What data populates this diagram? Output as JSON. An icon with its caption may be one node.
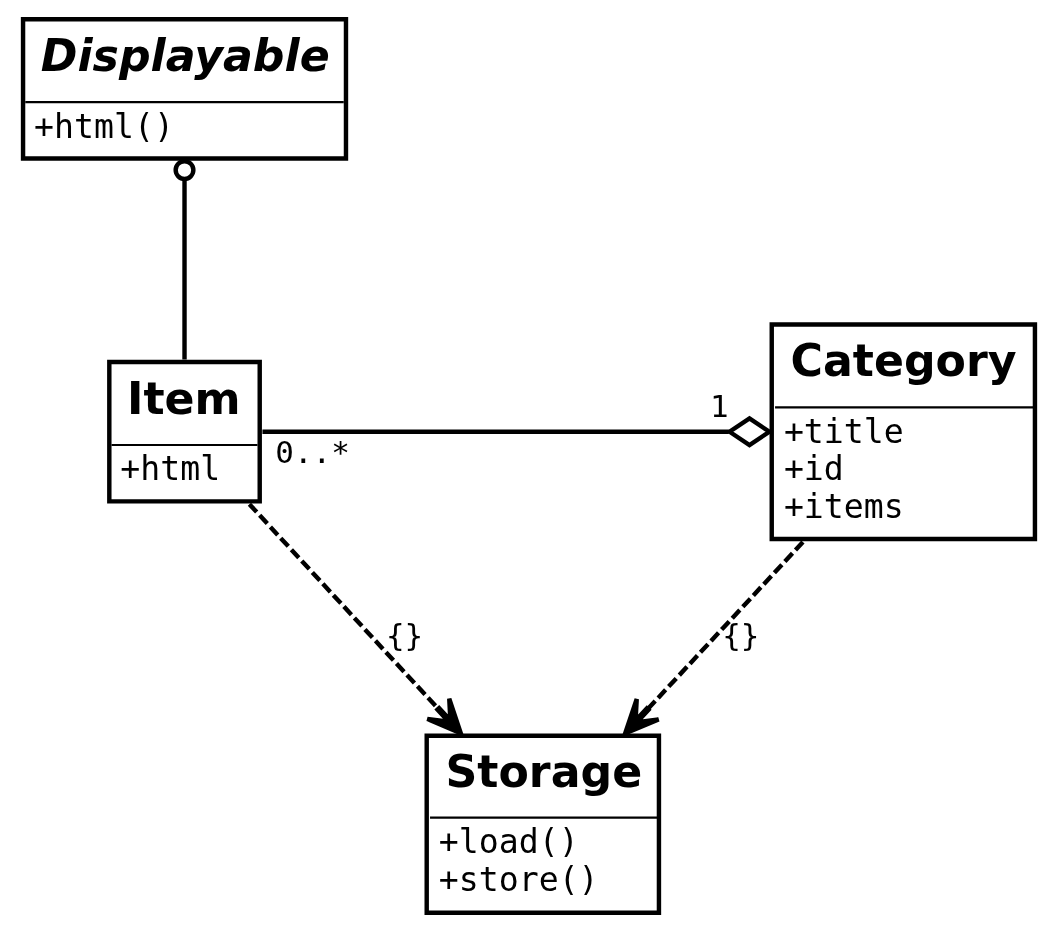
{
  "diagram": {
    "nodes": [
      {
        "text": [
          "Displayable",
          "+html()"
        ]
      },
      {
        "text": [
          "Item",
          "+html"
        ]
      },
      {
        "text": [
          "Category",
          "+title",
          "+id",
          "+items"
        ]
      },
      {
        "text": [
          "Storage",
          "+load()",
          "+store()"
        ]
      }
    ],
    "edges": [
      {
        "from": 1,
        "to": 0,
        "arrow": "other"
      },
      {
        "from": 1,
        "to": 2,
        "arrow": "other"
      },
      {
        "from": 1,
        "to": 3,
        "arrow": "to",
        "style": "dashed",
        "label": "{}"
      },
      {
        "from": 2,
        "to": 3,
        "arrow": "to",
        "style": "dashed",
        "label": "{}"
      }
    ],
    "labels": [
      "0..*",
      "1"
    ]
  }
}
